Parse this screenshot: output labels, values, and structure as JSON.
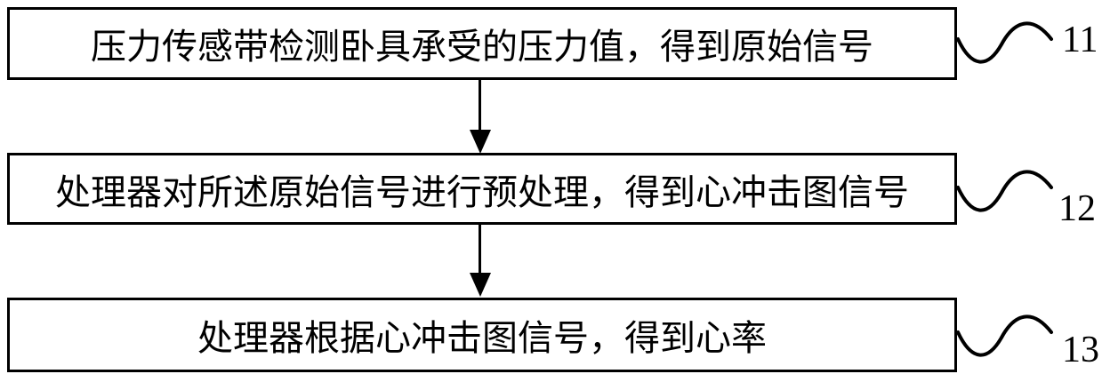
{
  "flowchart": {
    "steps": [
      {
        "text": "压力传感带检测卧具承受的压力值，得到原始信号",
        "ref": "11"
      },
      {
        "text": "处理器对所述原始信号进行预处理，得到心冲击图信号",
        "ref": "12"
      },
      {
        "text": "处理器根据心冲击图信号，得到心率",
        "ref": "13"
      }
    ],
    "colors": {
      "line": "#000000",
      "background": "#ffffff"
    }
  }
}
